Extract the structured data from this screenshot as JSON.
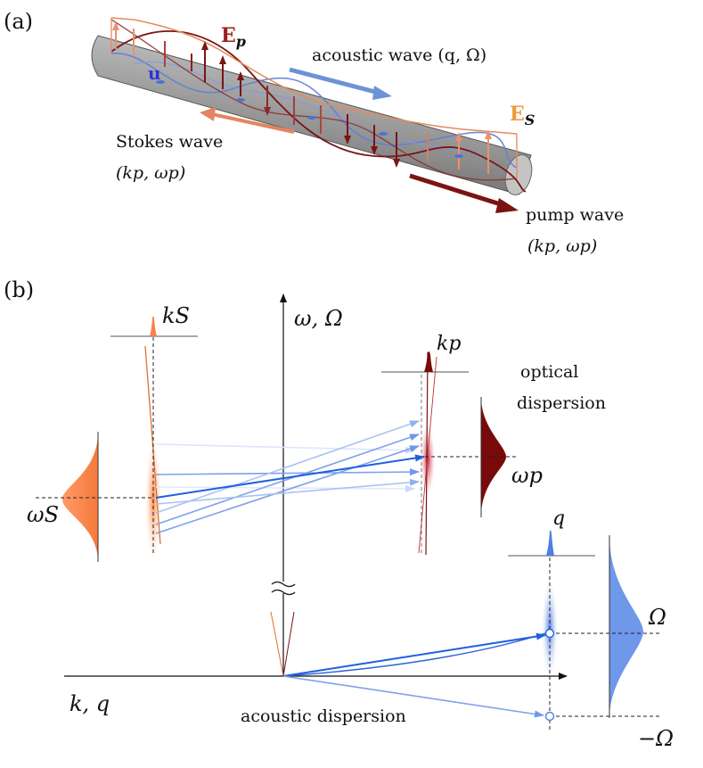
{
  "panel_a": {
    "label": "(a)",
    "ep_label": "E",
    "ep_sub": "p",
    "es_label": "E",
    "es_sub": "S",
    "u_label": "u",
    "acoustic_wave": "acoustic wave (q, Ω)",
    "stokes_wave": "Stokes wave",
    "stokes_params": "(kp, ωp)",
    "pump_wave": "pump wave",
    "pump_params": "(kp, ωp)"
  },
  "panel_b": {
    "label": "(b)",
    "omega_axis": "ω, Ω",
    "k_axis": "k, q",
    "ks": "kS",
    "kp": "kp",
    "q": "q",
    "omega_s": "ωS",
    "omega_p": "ωp",
    "Omega": "Ω",
    "neg_Omega": "−Ω",
    "optical_dispersion_1": "optical",
    "optical_dispersion_2": "dispersion",
    "acoustic_dispersion": "acoustic dispersion"
  },
  "colors": {
    "stokes": "#f5824a",
    "pump": "#7a0a0a",
    "acoustic": "#4d7fe0",
    "fiber": "#8a8a8a"
  }
}
